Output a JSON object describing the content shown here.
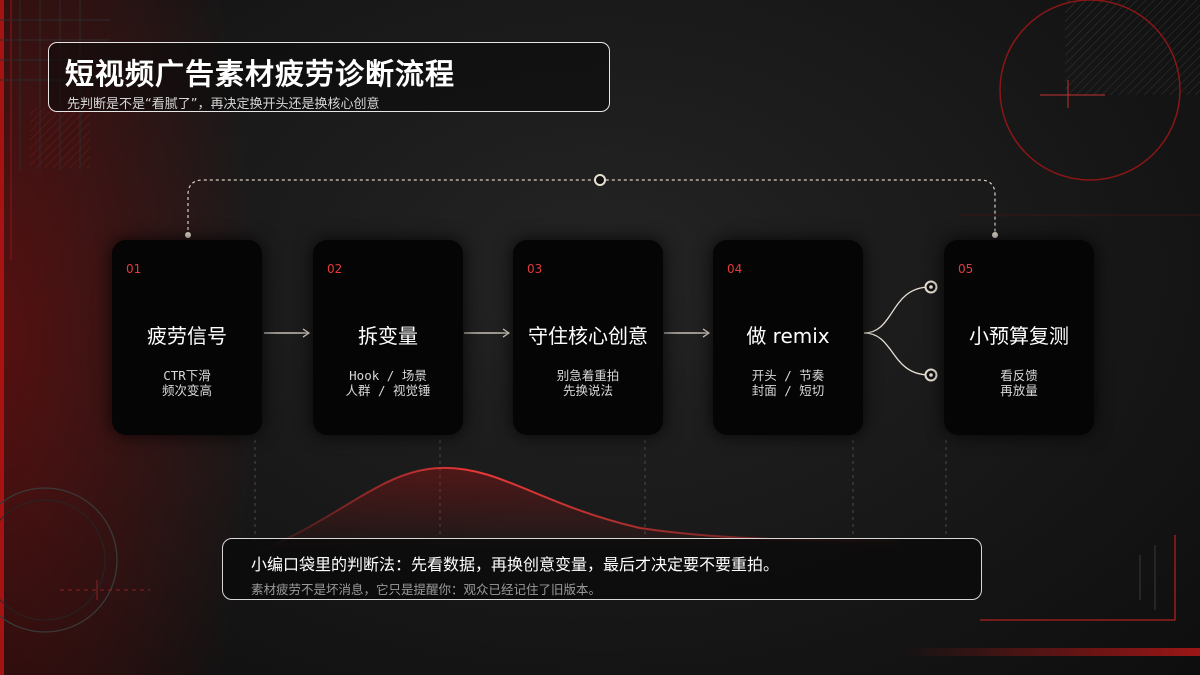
{
  "header": {
    "title": "短视频广告素材疲劳诊断流程",
    "subtitle": "先判断是不是“看腻了”，再决定换开头还是换核心创意"
  },
  "steps": [
    {
      "num": "01",
      "title": "疲劳信号",
      "desc": "CTR下滑\n频次变高"
    },
    {
      "num": "02",
      "title": "拆变量",
      "desc": "Hook / 场景\n人群 / 视觉锤"
    },
    {
      "num": "03",
      "title": "守住核心创意",
      "desc": "别急着重拍\n先换说法"
    },
    {
      "num": "04",
      "title": "做 remix",
      "desc": "开头 / 节奏\n封面 / 短切"
    },
    {
      "num": "05",
      "title": "小预算复测",
      "desc": "看反馈\n再放量"
    }
  ],
  "footer": {
    "main": "小编口袋里的判断法：先看数据，再换创意变量，最后才决定要不要重拍。",
    "sub": "素材疲劳不是坏消息，它只是提醒你：观众已经记住了旧版本。"
  },
  "colors": {
    "accent": "#e23b3b",
    "card": "#050505",
    "line": "#e8e0d4"
  }
}
